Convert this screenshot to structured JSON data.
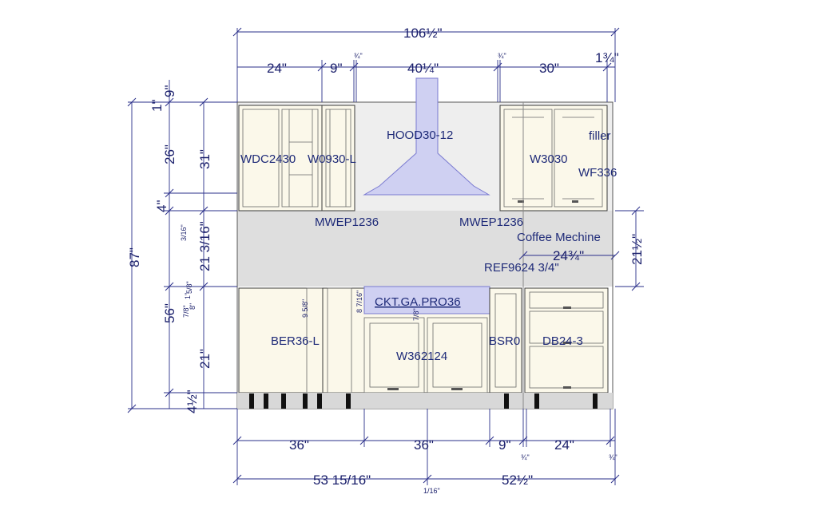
{
  "drawing": {
    "overall_width": "106½\"",
    "overall_height": "87\"",
    "top_dims": [
      "24\"",
      "9\"",
      "¾\"",
      "40¼\"",
      "¾\"",
      "30\"",
      "1¾\""
    ],
    "bottom_dims": [
      "36\"",
      "36\"",
      "9\"",
      "¾\"",
      "24\"",
      "¾\""
    ],
    "bottom_totals": [
      "53 15/16\"",
      "1/16\"",
      "52½\""
    ],
    "left_dims_outer": [
      "87\""
    ],
    "left_dims_mid": [
      "9\"",
      "1\"",
      "26\"",
      "4\"",
      "21 3/16\"",
      "56\"",
      "21\"",
      "4½\""
    ],
    "left_dims_inner": [
      "31\""
    ],
    "small_dims": [
      "9 5/8\"",
      "8 7/16\"",
      "7/8\"",
      "5/8\"",
      "8\"",
      "1\"",
      "7/8\"",
      "3/16\""
    ],
    "right_dims": [
      "21½\"",
      "24¾\""
    ],
    "labels": {
      "hood": "HOOD30-12",
      "wdc": "WDC2430",
      "w0930": "W0930-L",
      "w3030": "W3030",
      "filler": "filler",
      "wf336": "WF336",
      "mwep_left": "MWEP1236",
      "mwep_right": "MWEP1236",
      "coffee": "Coffee Mechine",
      "ref": "REF9624 3/4\"",
      "range": "CKT.GA.PRO36",
      "ber": "BER36-L",
      "w362124": "W362124",
      "bsr": "BSR0",
      "db": "DB24-3"
    }
  }
}
